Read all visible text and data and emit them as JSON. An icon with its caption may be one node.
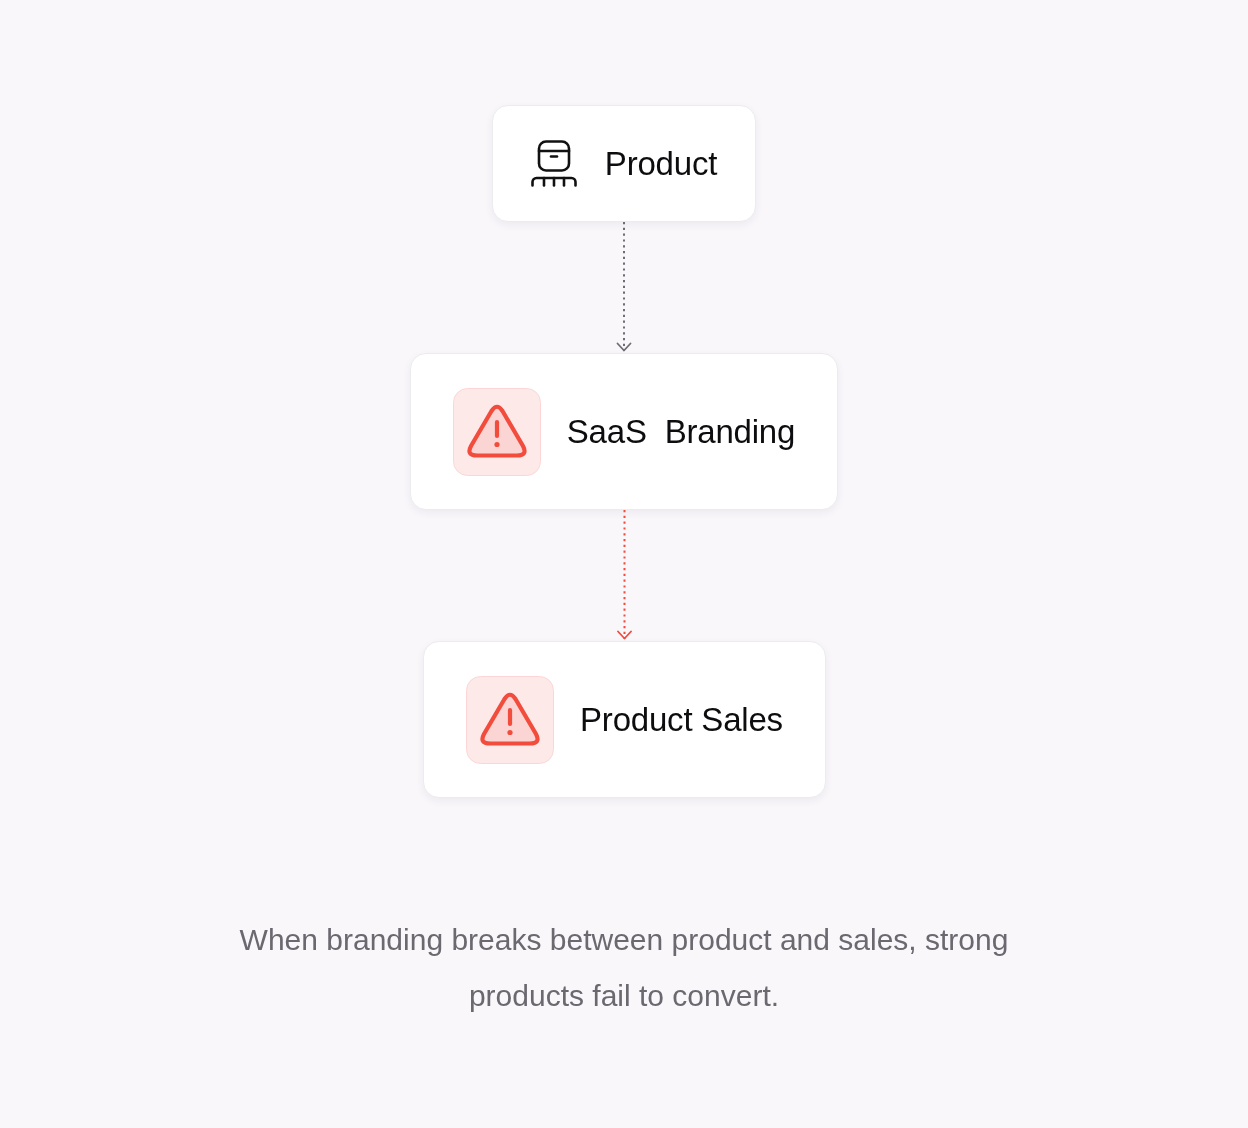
{
  "diagram": {
    "caption": "When branding breaks between product and sales, strong products fail to convert.",
    "nodes": [
      {
        "text": [
          "Product"
        ]
      },
      {
        "text": [
          "SaaS  Branding"
        ]
      },
      {
        "text": [
          "Product Sales"
        ]
      }
    ],
    "edges": [
      {
        "from": 0,
        "to": 1,
        "arrow": "to",
        "style": "dashed"
      },
      {
        "from": 1,
        "to": 2,
        "arrow": "to",
        "style": "dashed",
        "color": "#f24c3d"
      }
    ]
  }
}
